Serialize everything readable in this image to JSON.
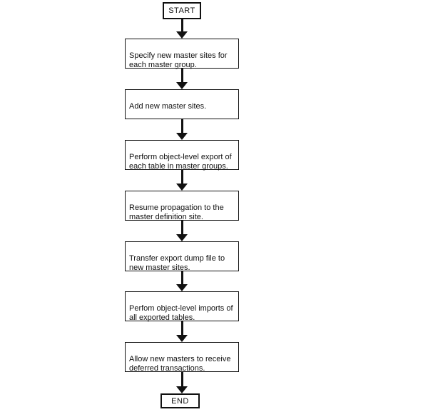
{
  "canvas": {
    "background": "#ffffff",
    "line_color": "#111111"
  },
  "flowchart": {
    "start_label": "START",
    "end_label": "END",
    "steps": [
      {
        "text": "Specify new master sites for\neach master group."
      },
      {
        "text": "Add new master sites."
      },
      {
        "text": "Perform object-level export of\neach table in master groups."
      },
      {
        "text": "Resume propagation to the\nmaster definition site."
      },
      {
        "text": "Transfer export dump file to\nnew master sites."
      },
      {
        "text": "Perfom object-level imports of\nall exported tables."
      },
      {
        "text": "Allow new masters to receive\ndeferred transactions."
      }
    ]
  }
}
